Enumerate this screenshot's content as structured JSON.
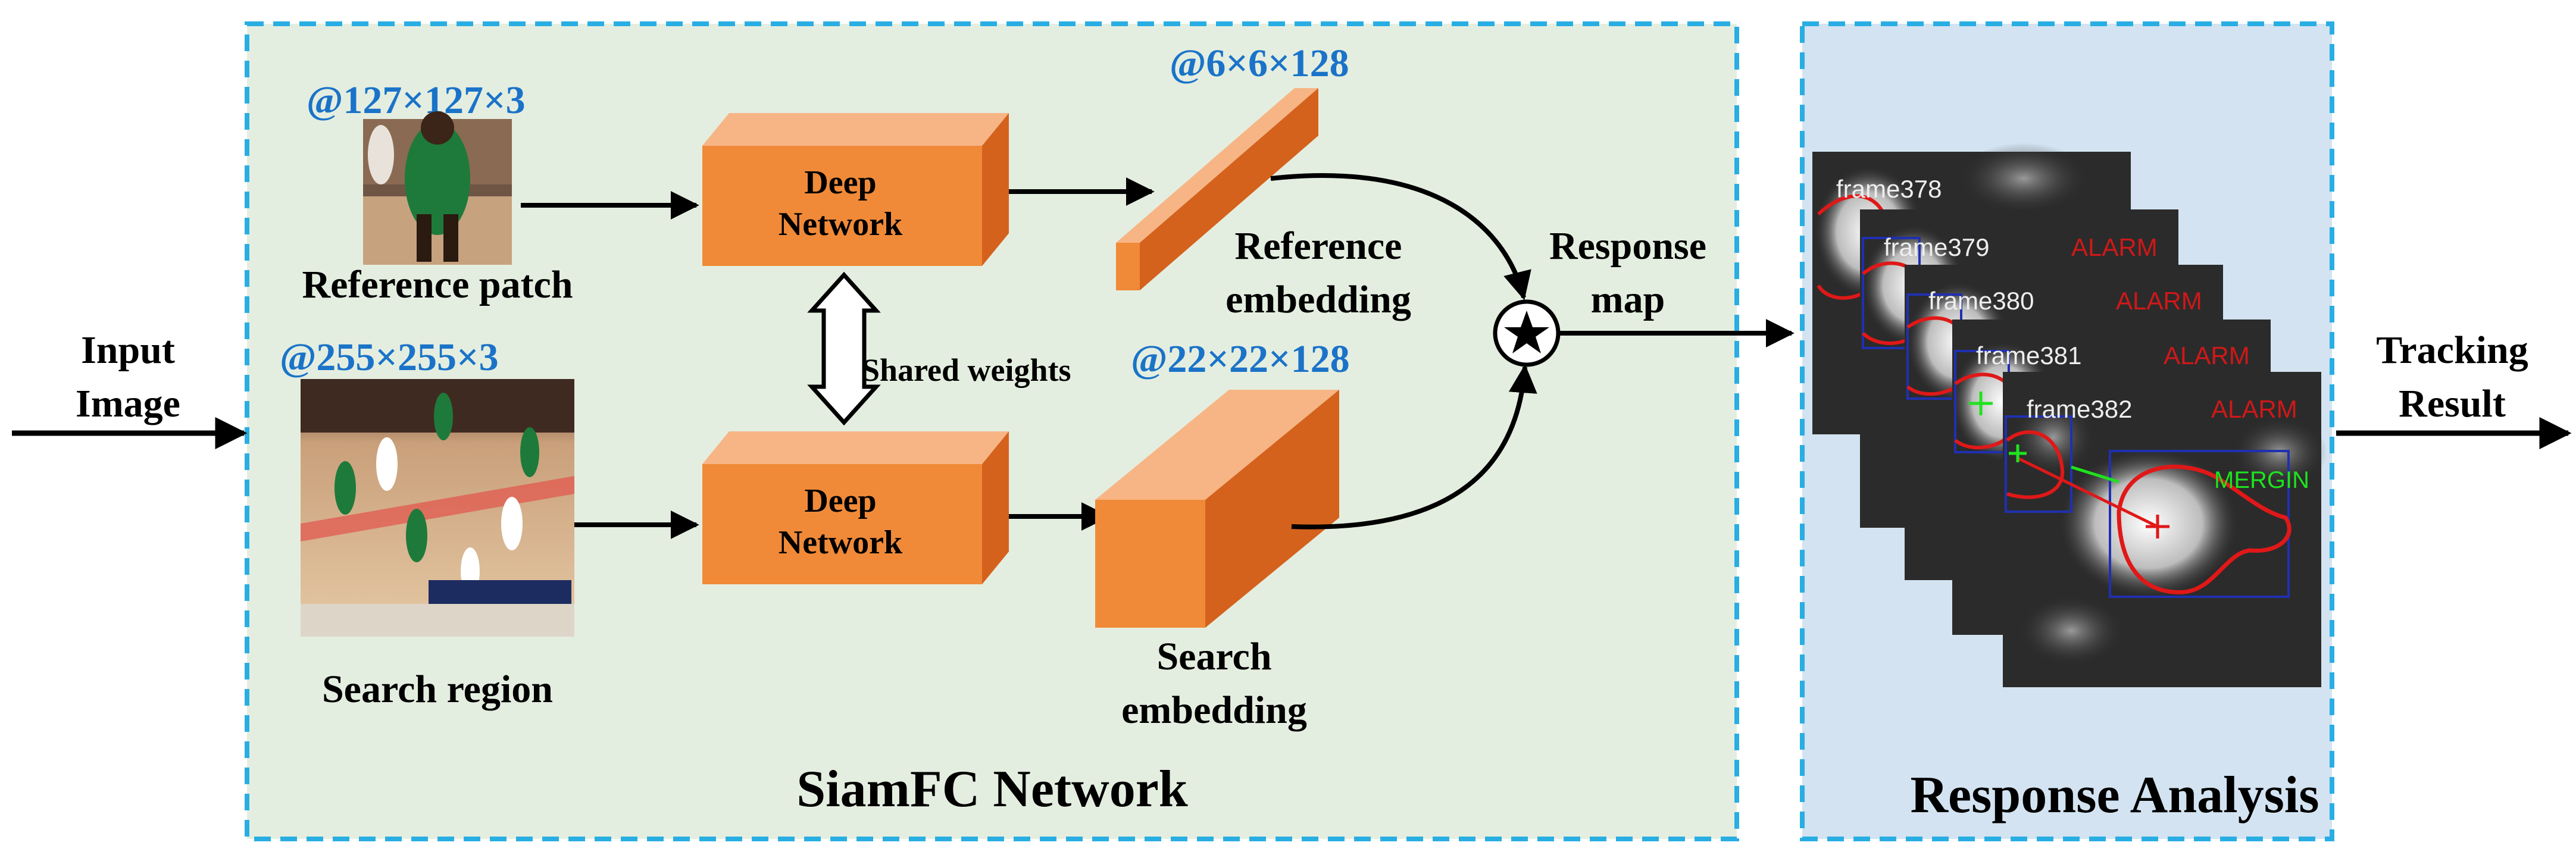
{
  "diagram": {
    "input_label_line1": "Input",
    "input_label_line2": "Image",
    "output_label_line1": "Tracking",
    "output_label_line2": "Result",
    "siamfc": {
      "title": "SiamFC Network",
      "reference_dim": "@127×127×3",
      "reference_label": "Reference patch",
      "search_dim": "@255×255×3",
      "search_label": "Search region",
      "deep_network_line1": "Deep",
      "deep_network_line2": "Network",
      "shared_weights": "Shared weights",
      "ref_embed_dim": "@6×6×128",
      "ref_embed_line1": "Reference",
      "ref_embed_line2": "embedding",
      "search_embed_dim": "@22×22×128",
      "search_embed_line1": "Search",
      "search_embed_line2": "embedding",
      "response_line1": "Response",
      "response_line2": "map"
    },
    "analysis": {
      "title": "Response Analysis",
      "frames": [
        {
          "label": "frame378",
          "alarm": ""
        },
        {
          "label": "frame379",
          "alarm": "ALARM"
        },
        {
          "label": "frame380",
          "alarm": "ALARM"
        },
        {
          "label": "frame381",
          "alarm": "ALARM"
        },
        {
          "label": "frame382",
          "alarm": "ALARM"
        }
      ],
      "merging_label": "MERGIN"
    },
    "colors": {
      "siam_bg": "#e4eee0",
      "analysis_bg": "#d3e3f1",
      "dash": "#29aee3",
      "block_front": "#f08a38",
      "block_top": "#f7b585",
      "block_side": "#d4621c",
      "dim_text": "#1a73c8"
    }
  }
}
